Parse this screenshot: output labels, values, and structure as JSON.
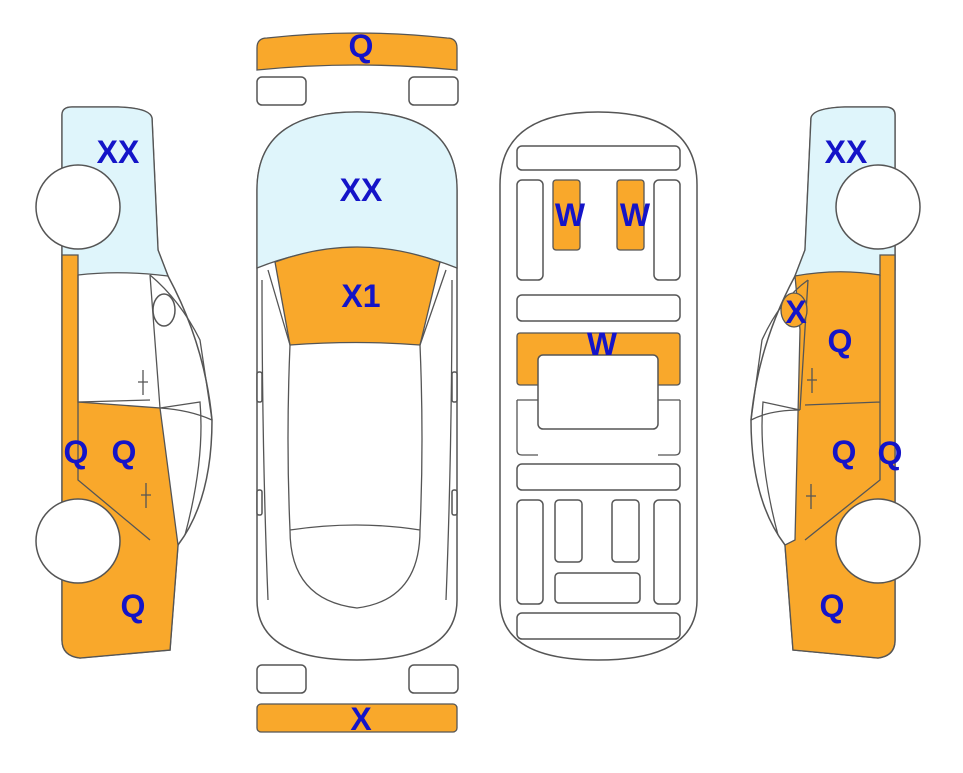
{
  "colors": {
    "damage_fill": "#F9A82B",
    "glass_fill": "#DFF5FB",
    "label_color": "#1414C8",
    "outline": "#555555"
  },
  "views": [
    "left-side",
    "top",
    "interior",
    "right-side"
  ],
  "labels": {
    "left_windshield": "XX",
    "left_front_door_edge": "Q",
    "left_front_door": "Q",
    "left_fender": "Q",
    "front_bumper": "Q",
    "top_windshield": "XX",
    "hood": "X1",
    "rear_bumper": "X",
    "seat_left": "W",
    "seat_right": "W",
    "rear_bench": "W",
    "right_windshield": "XX",
    "right_mirror": "X",
    "right_upper_door": "Q",
    "right_front_door": "Q",
    "right_front_door_edge": "Q",
    "right_fender": "Q"
  }
}
